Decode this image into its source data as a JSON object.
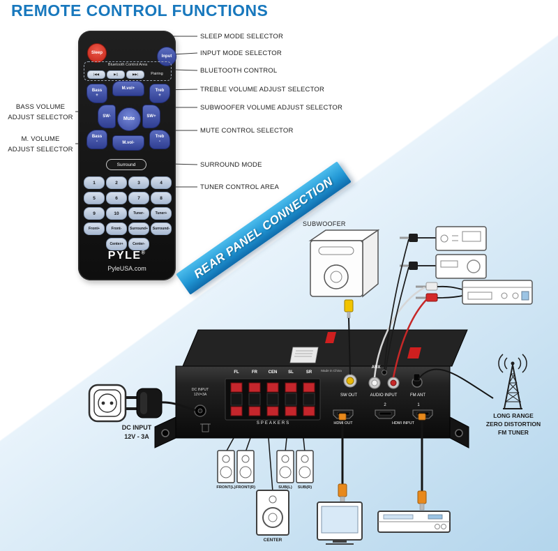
{
  "title": "REMOTE CONTROL FUNCTIONS",
  "banner": "REAR PANEL CONNECTION",
  "remote": {
    "brand": "PYLE",
    "brand_reg": "®",
    "website": "PyleUSA.com",
    "btn_sleep": "Sleep",
    "btn_input": "Input",
    "bt_area_label": "Bluetooth Control Area",
    "bt_prev": "|◀◀",
    "bt_play": "▶||",
    "bt_next": "▶▶|",
    "bt_pairing": "Pairing",
    "bass_up": "Bass\n+",
    "mvol_up": "M.vol+",
    "treb_up": "Treb\n+",
    "sw_minus": "SW-",
    "mute": "Mute",
    "sw_plus": "SW+",
    "bass_down": "Bass\n-",
    "mvol_down": "M.vol-",
    "treb_down": "Treb\n-",
    "surround": "Surround",
    "keys": [
      [
        "1",
        "2",
        "3",
        "4"
      ],
      [
        "5",
        "6",
        "7",
        "8"
      ],
      [
        "9",
        "10",
        "Tuner-",
        "Tuner+"
      ],
      [
        "Front+",
        "Front-",
        "Surround+",
        "Surround-"
      ],
      [
        "Center+",
        "Center-"
      ]
    ]
  },
  "callouts": {
    "right": [
      "SLEEP MODE SELECTOR",
      "INPUT MODE SELECTOR",
      "BLUETOOTH CONTROL",
      "TREBLE VOLUME ADJUST SELECTOR",
      "SUBWOOFER VOLUME ADJUST SELECTOR",
      "MUTE CONTROL SELECTOR",
      "SURROUND MODE",
      "TUNER CONTROL AREA"
    ],
    "left": [
      "BASS VOLUME\nADJUST SELECTOR",
      "M. VOLUME\nADJUST SELECTOR"
    ]
  },
  "rear": {
    "subwoofer": "SUBWOOFER",
    "dc_input": "DC INPUT\n12V - 3A",
    "fm_tuner": "LONG RANGE\nZERO DISTORTION\nFM TUNER",
    "panel": {
      "channels": [
        "FL",
        "FR",
        "CEN",
        "SL",
        "SR"
      ],
      "speakers": "SPEAKERS",
      "dc": "DC INPUT\n12V=3A",
      "made_in": "Made in China",
      "sw_out": "SW OUT",
      "aux": "AUX",
      "audio_input": "AUDIO INPUT",
      "fm_ant": "FM ANT",
      "hdmi_out": "HDMI OUT",
      "hdmi_input": "HDMI INPUT",
      "port_1": "1",
      "port_2": "2"
    },
    "speaker_labels": [
      "FRONT(L)",
      "FRONT(R)",
      "SUB(L)",
      "SUB(R)",
      "CENTER"
    ]
  },
  "colors": {
    "accent_blue": "#1878bd",
    "banner_top": "#4cbcec",
    "banner_bottom": "#0f6cac",
    "button_blue": "#3d4fa5",
    "sleep_red": "#d9362b",
    "terminal_red": "#c5262c",
    "hdmi_orange": "#e8891c",
    "rca_yellow": "#f2c400"
  }
}
